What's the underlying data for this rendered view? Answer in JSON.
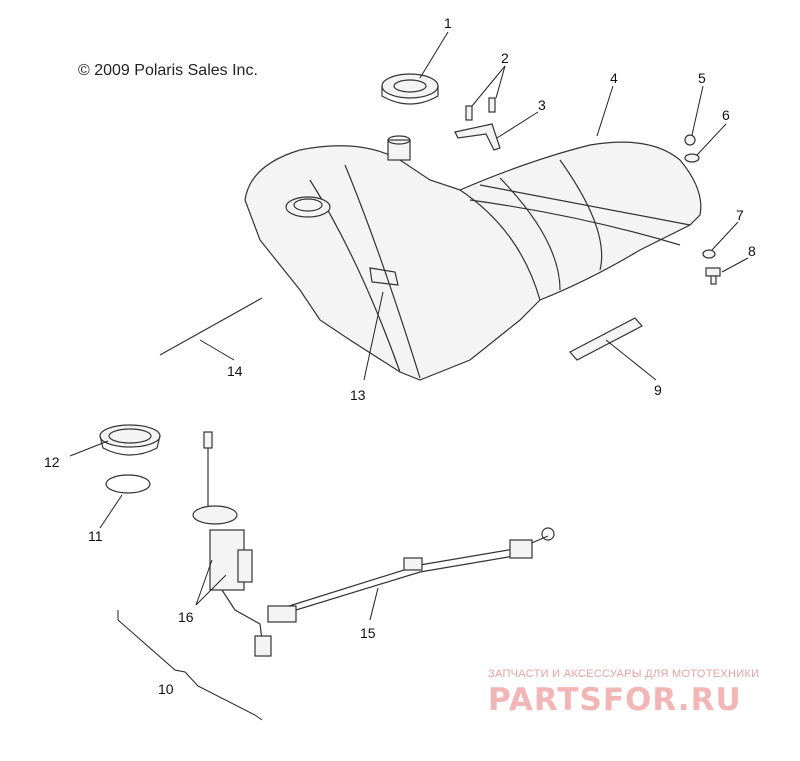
{
  "copyright": "© 2009 Polaris Sales Inc.",
  "callouts": [
    "1",
    "2",
    "3",
    "4",
    "5",
    "6",
    "7",
    "8",
    "9",
    "10",
    "11",
    "12",
    "13",
    "14",
    "15",
    "16"
  ],
  "watermark": {
    "tagline": "ЗАПЧАСТИ И АКСЕССУАРЫ ДЛЯ МОТОТЕХНИКИ",
    "brand": "PARTSFOR.RU"
  }
}
